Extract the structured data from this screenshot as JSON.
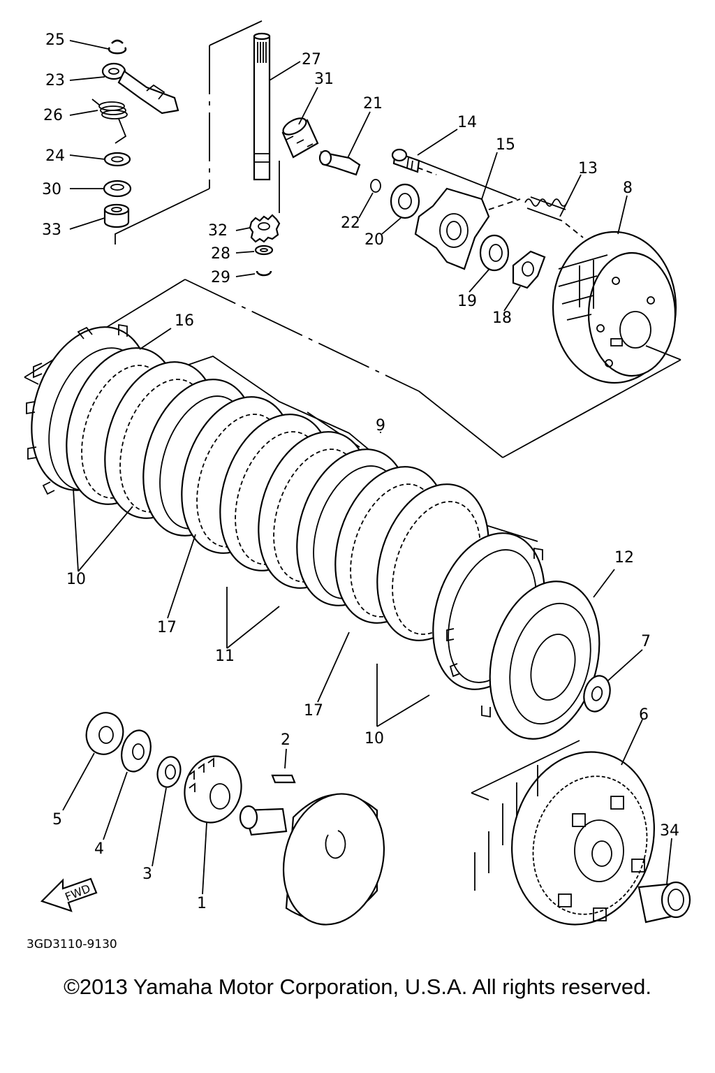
{
  "diagram_code": "3GD3110-9130",
  "copyright": "©2013 Yamaha Motor Corporation, U.S.A. All rights reserved.",
  "fwd_label": "FWD",
  "part_labels": {
    "p1": "1",
    "p2": "2",
    "p3": "3",
    "p4": "4",
    "p5": "5",
    "p6": "6",
    "p7": "7",
    "p8": "8",
    "p9": "9",
    "p10a": "10",
    "p10b": "10",
    "p11": "11",
    "p12": "12",
    "p13": "13",
    "p14": "14",
    "p15": "15",
    "p16": "16",
    "p17a": "17",
    "p17b": "17",
    "p18": "18",
    "p19": "19",
    "p20": "20",
    "p21": "21",
    "p22": "22",
    "p23": "23",
    "p24": "24",
    "p25": "25",
    "p26": "26",
    "p27": "27",
    "p28": "28",
    "p29": "29",
    "p30": "30",
    "p31": "31",
    "p32": "32",
    "p33": "33",
    "p34": "34"
  }
}
